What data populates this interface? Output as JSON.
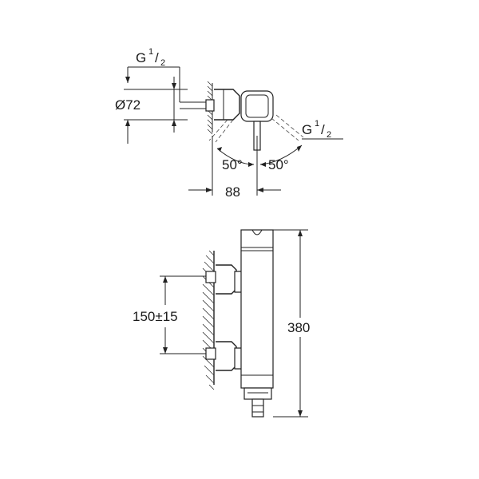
{
  "top_view": {
    "thread_top": "G",
    "thread_top_num": "1",
    "thread_top_den": "2",
    "diameter": "Ø72",
    "thread_right": "G",
    "thread_right_num": "1",
    "thread_right_den": "2",
    "angle_left": "50°",
    "angle_right": "50°",
    "depth": "88"
  },
  "front_view": {
    "spacing": "150±15",
    "height": "380"
  }
}
